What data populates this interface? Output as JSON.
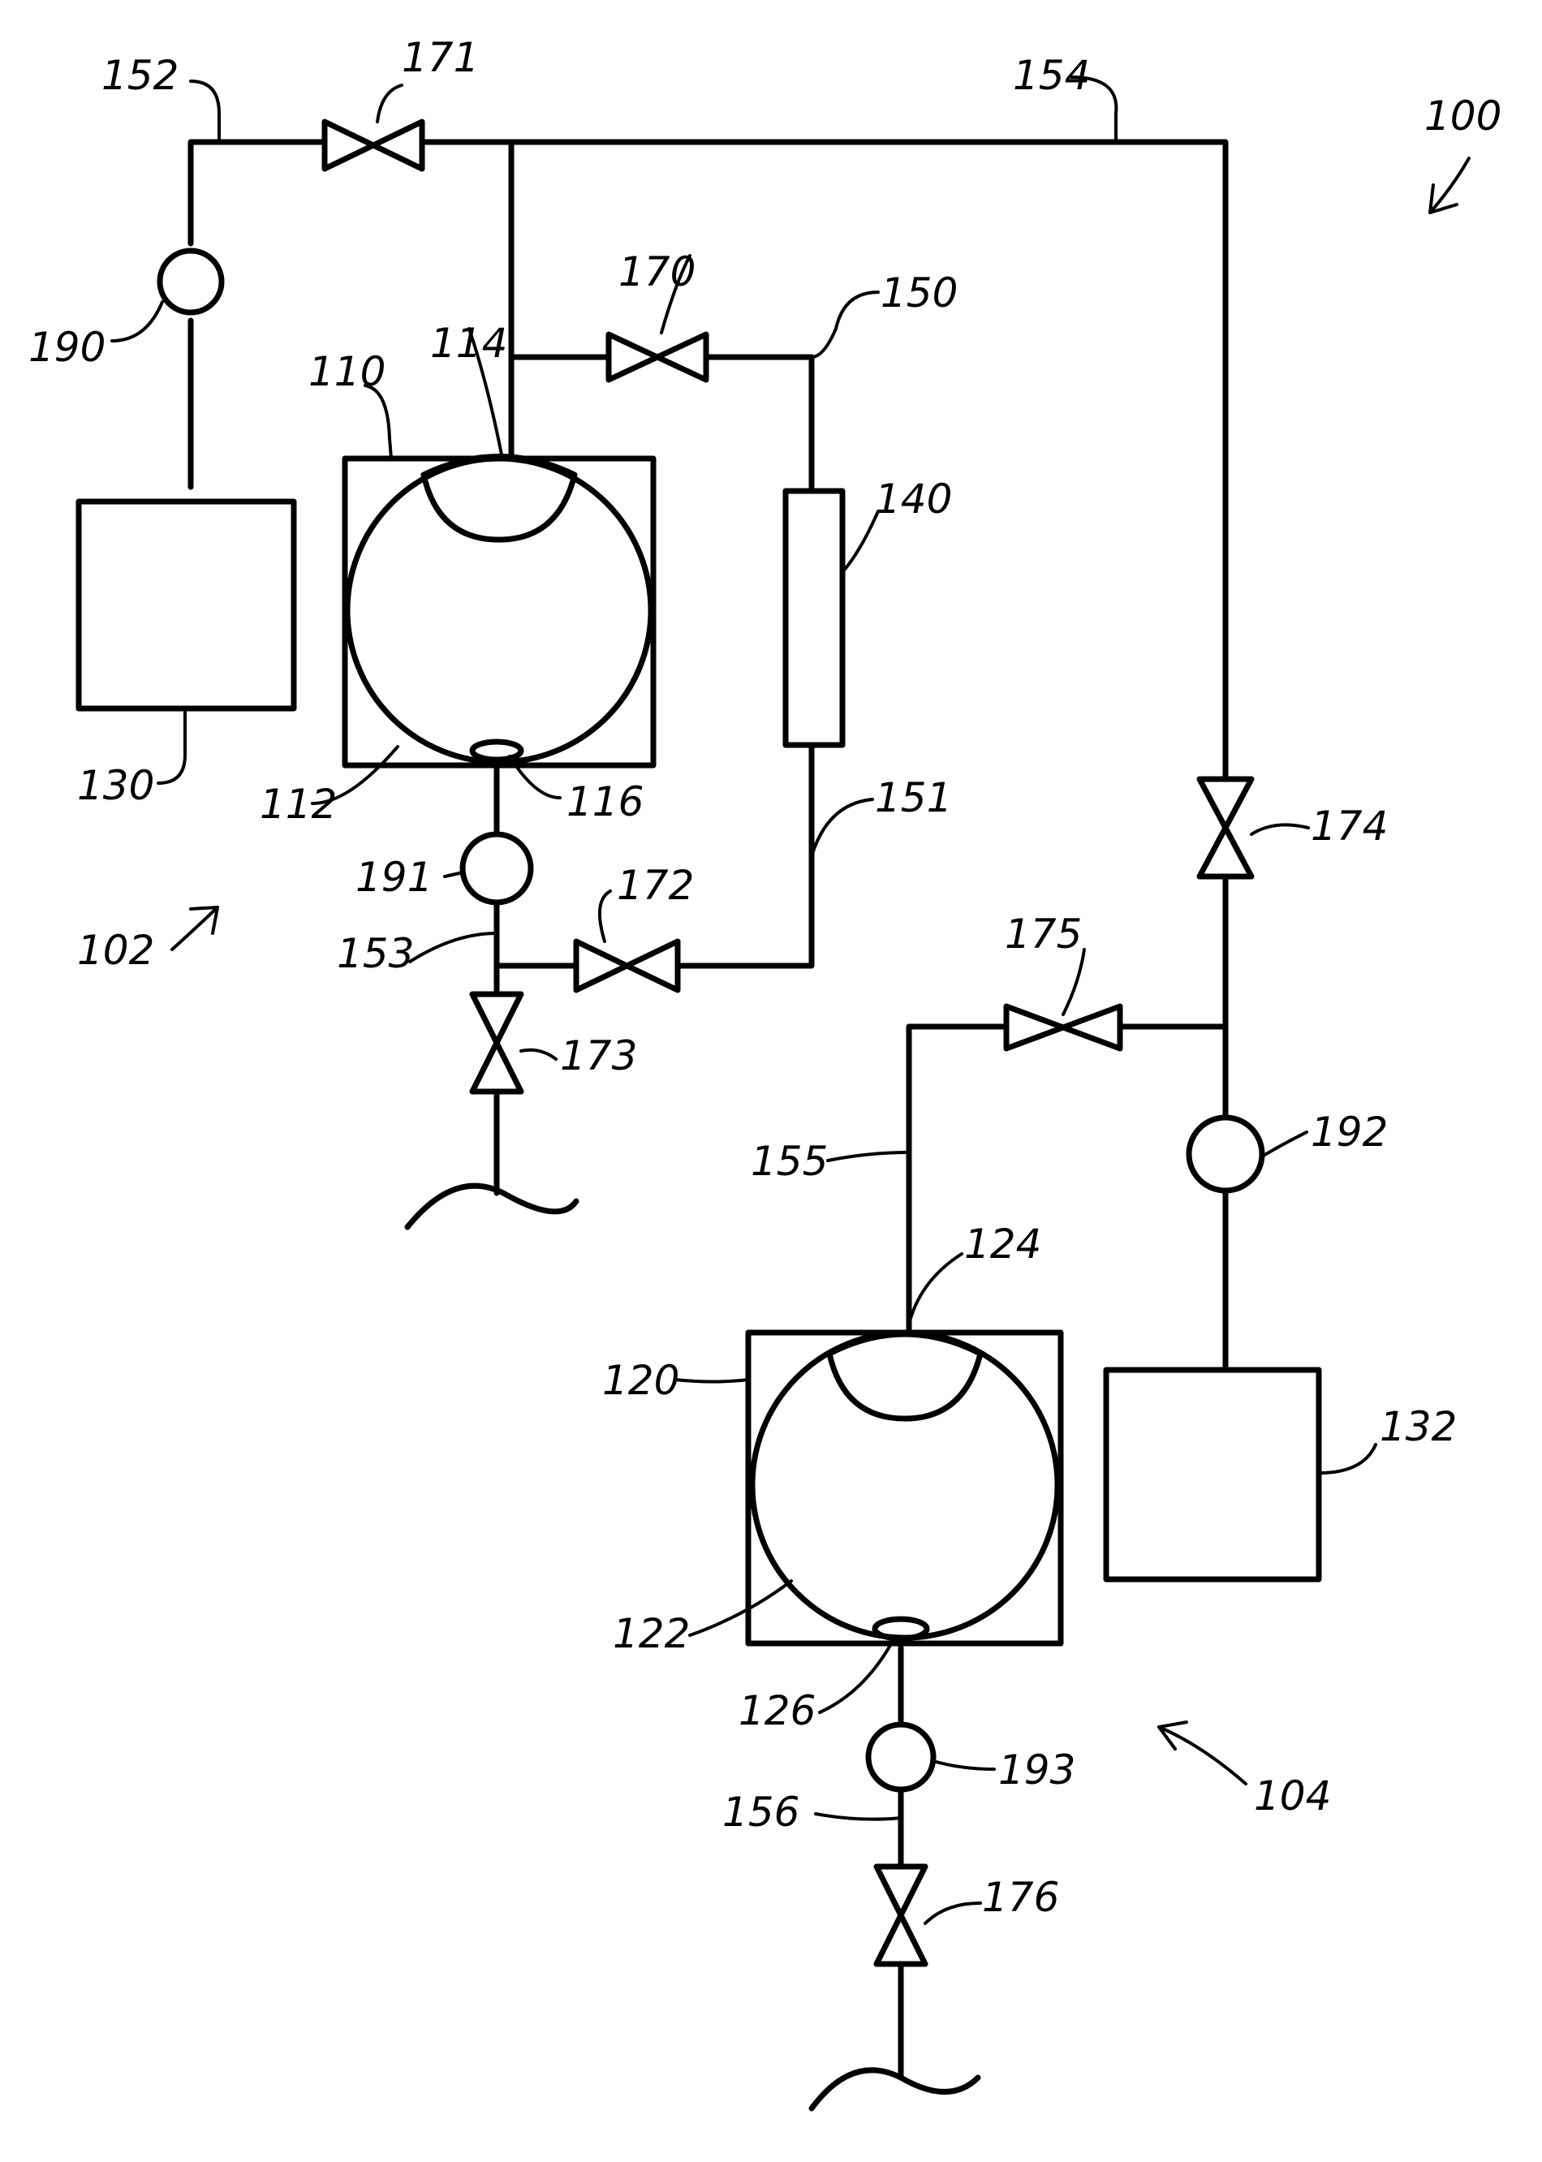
{
  "figure": {
    "system": "100",
    "subsystems": {
      "first": "102",
      "second": "104"
    },
    "vessels": {
      "first": {
        "housing": "110",
        "sphere": "112",
        "top_port": "114",
        "bottom_port": "116"
      },
      "second": {
        "housing": "120",
        "sphere": "122",
        "top_port": "124",
        "bottom_port": "126"
      }
    },
    "sources": {
      "first": "130",
      "second": "132"
    },
    "filter": "140",
    "lines": [
      "150",
      "151",
      "152",
      "153",
      "154",
      "155",
      "156"
    ],
    "valves": [
      "170",
      "171",
      "172",
      "173",
      "174",
      "175",
      "176"
    ],
    "pumps": [
      "190",
      "191",
      "192",
      "193"
    ]
  }
}
